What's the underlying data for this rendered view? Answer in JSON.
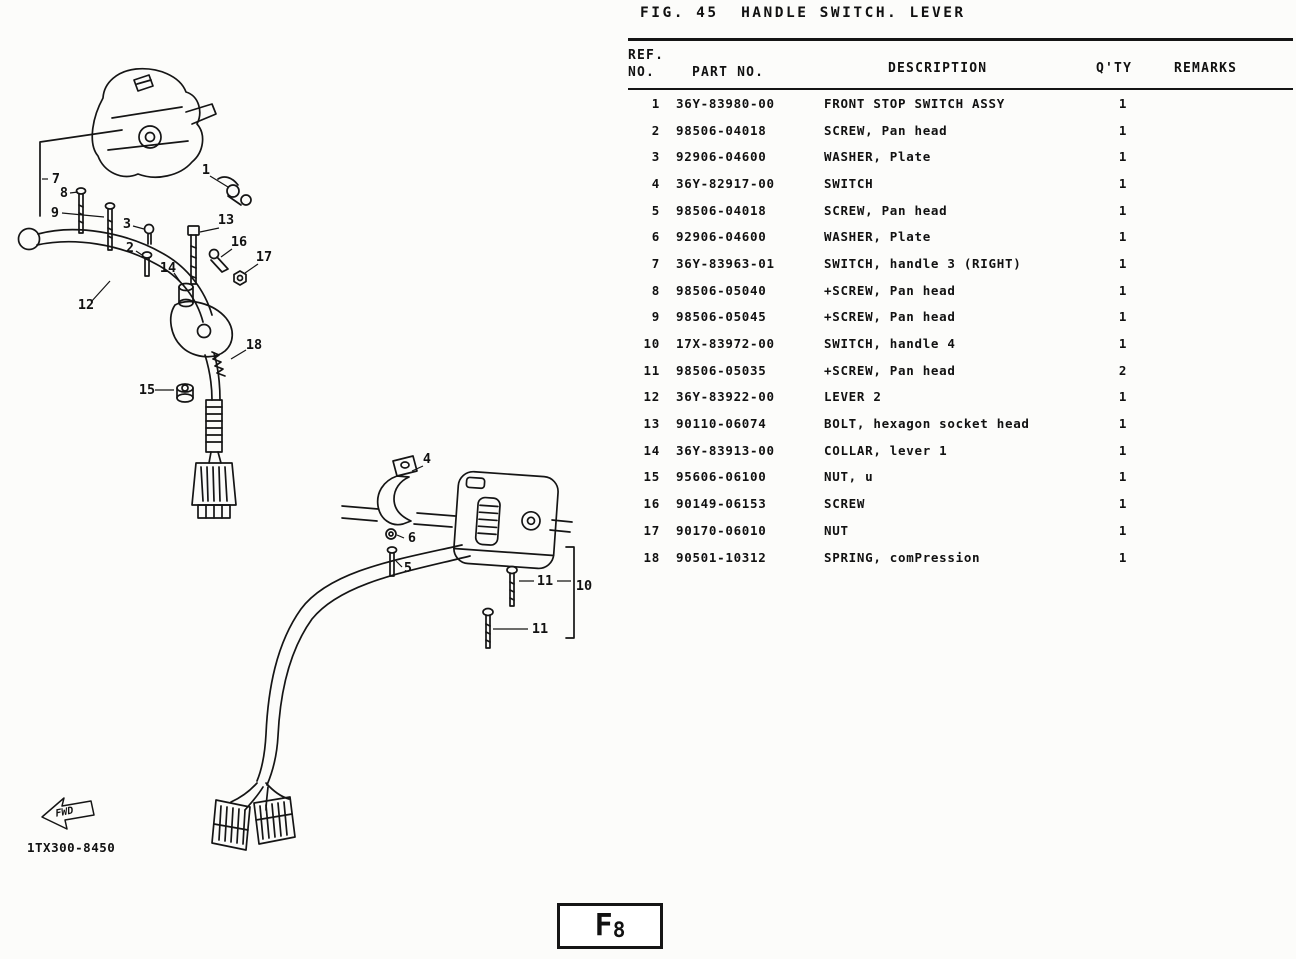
{
  "page": {
    "figure_title": "FIG. 45  HANDLE SWITCH. LEVER",
    "doc_code": "1TX300-8450",
    "fwd_label": "FWD",
    "page_code": {
      "main": "F",
      "sub": "8"
    }
  },
  "table": {
    "headers": {
      "ref_line1": "REF.",
      "ref_line2": "NO.",
      "part": "PART NO.",
      "description": "DESCRIPTION",
      "qty": "Q'TY",
      "remarks": "REMARKS"
    },
    "rows": [
      {
        "ref": "1",
        "part": "36Y-83980-00",
        "desc": "FRONT STOP SWITCH ASSY",
        "qty": "1",
        "remarks": ""
      },
      {
        "ref": "2",
        "part": "98506-04018",
        "desc": "SCREW, Pan head",
        "qty": "1",
        "remarks": ""
      },
      {
        "ref": "3",
        "part": "92906-04600",
        "desc": "WASHER, Plate",
        "qty": "1",
        "remarks": ""
      },
      {
        "ref": "4",
        "part": "36Y-82917-00",
        "desc": "SWITCH",
        "qty": "1",
        "remarks": ""
      },
      {
        "ref": "5",
        "part": "98506-04018",
        "desc": "SCREW, Pan head",
        "qty": "1",
        "remarks": ""
      },
      {
        "ref": "6",
        "part": "92906-04600",
        "desc": "WASHER, Plate",
        "qty": "1",
        "remarks": ""
      },
      {
        "ref": "7",
        "part": "36Y-83963-01",
        "desc": "SWITCH, handle 3 (RIGHT)",
        "qty": "1",
        "remarks": ""
      },
      {
        "ref": "8",
        "part": "98506-05040",
        "desc": "+SCREW, Pan head",
        "qty": "1",
        "remarks": ""
      },
      {
        "ref": "9",
        "part": "98506-05045",
        "desc": "+SCREW, Pan head",
        "qty": "1",
        "remarks": ""
      },
      {
        "ref": "10",
        "part": "17X-83972-00",
        "desc": "SWITCH, handle 4",
        "qty": "1",
        "remarks": ""
      },
      {
        "ref": "11",
        "part": "98506-05035",
        "desc": "+SCREW, Pan head",
        "qty": "2",
        "remarks": ""
      },
      {
        "ref": "12",
        "part": "36Y-83922-00",
        "desc": "LEVER 2",
        "qty": "1",
        "remarks": ""
      },
      {
        "ref": "13",
        "part": "90110-06074",
        "desc": "BOLT, hexagon socket head",
        "qty": "1",
        "remarks": ""
      },
      {
        "ref": "14",
        "part": "36Y-83913-00",
        "desc": "COLLAR, lever 1",
        "qty": "1",
        "remarks": ""
      },
      {
        "ref": "15",
        "part": "95606-06100",
        "desc": "NUT, u",
        "qty": "1",
        "remarks": ""
      },
      {
        "ref": "16",
        "part": "90149-06153",
        "desc": "SCREW",
        "qty": "1",
        "remarks": ""
      },
      {
        "ref": "17",
        "part": "90170-06010",
        "desc": "NUT",
        "qty": "1",
        "remarks": ""
      },
      {
        "ref": "18",
        "part": "90501-10312",
        "desc": "SPRING, comPression",
        "qty": "1",
        "remarks": ""
      }
    ]
  },
  "diagram": {
    "callouts": [
      "7",
      "8",
      "9",
      "3",
      "2",
      "1",
      "13",
      "16",
      "17",
      "14",
      "12",
      "18",
      "15",
      "4",
      "6",
      "5",
      "11",
      "10",
      "11"
    ]
  }
}
